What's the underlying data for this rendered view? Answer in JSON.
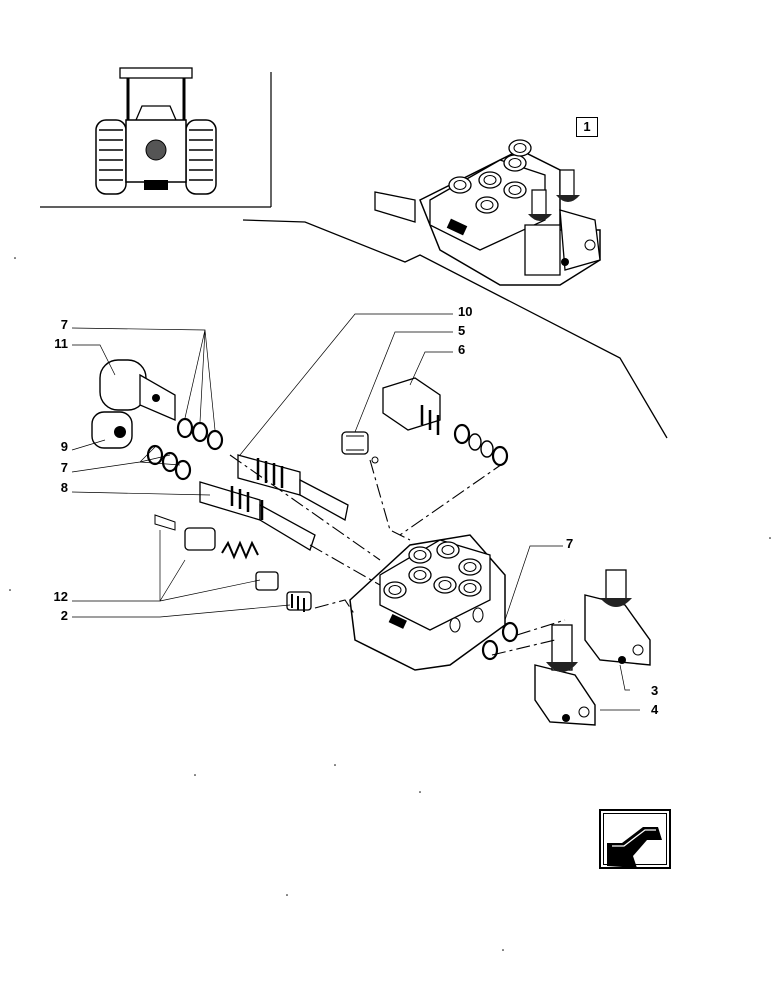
{
  "callouts": {
    "c1": "1",
    "c2": "2",
    "c3": "3",
    "c4": "4",
    "c5": "5",
    "c6": "6",
    "c7a": "7",
    "c7b": "7",
    "c7c": "7",
    "c8": "8",
    "c9": "9",
    "c10": "10",
    "c11": "11",
    "c12": "12"
  },
  "colors": {
    "ink": "#000000",
    "paper": "#ffffff",
    "shade": "#d8d8d8"
  },
  "icons": {
    "nav": "arrow-down-left-icon"
  }
}
